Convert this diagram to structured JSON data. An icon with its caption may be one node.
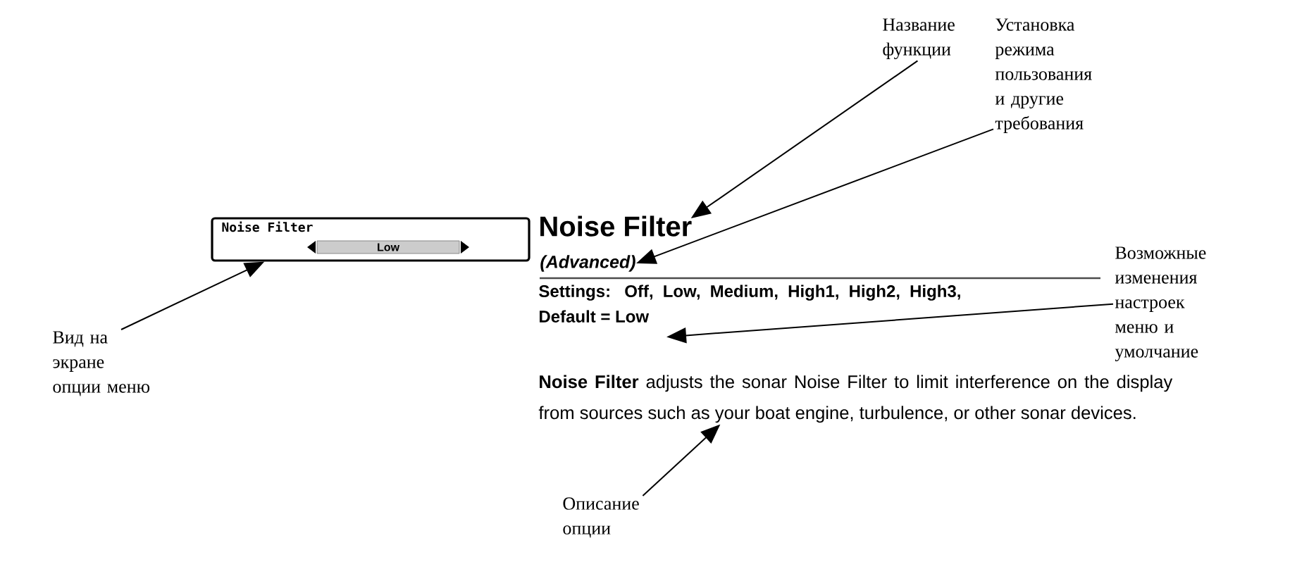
{
  "diagram": {
    "nodes": [
      {
        "text": [
          "Noise Filter",
          "Low"
        ]
      },
      {
        "text": [
          "Noise Filter"
        ]
      },
      {
        "text": [
          "(Advanced)"
        ]
      },
      {
        "text": [
          "Settings: Off, Low, Medium, High1, High2, High3, Default = Low"
        ]
      },
      {
        "text": [
          "**Noise Filter** adjusts the sonar Noise Filter to limit interference on the display from sources such as your boat engine, turbulence, or other sonar devices."
        ]
      },
      {
        "text": [
          "Название функции"
        ]
      },
      {
        "text": [
          "Установка режима пользования и другие требования"
        ]
      },
      {
        "text": [
          "Возможные изменения настроек меню и умолчание"
        ]
      },
      {
        "text": [
          "Вид на экране опции меню"
        ]
      },
      {
        "text": [
          "Описание опции"
        ]
      }
    ],
    "edges": [
      {
        "from": 5,
        "to": 1,
        "arrow": "to"
      },
      {
        "from": 6,
        "to": 2,
        "arrow": "to"
      },
      {
        "from": 7,
        "to": 3,
        "arrow": "to"
      },
      {
        "from": 8,
        "to": 0,
        "arrow": "to"
      },
      {
        "from": 9,
        "to": 4,
        "arrow": "to"
      }
    ]
  }
}
